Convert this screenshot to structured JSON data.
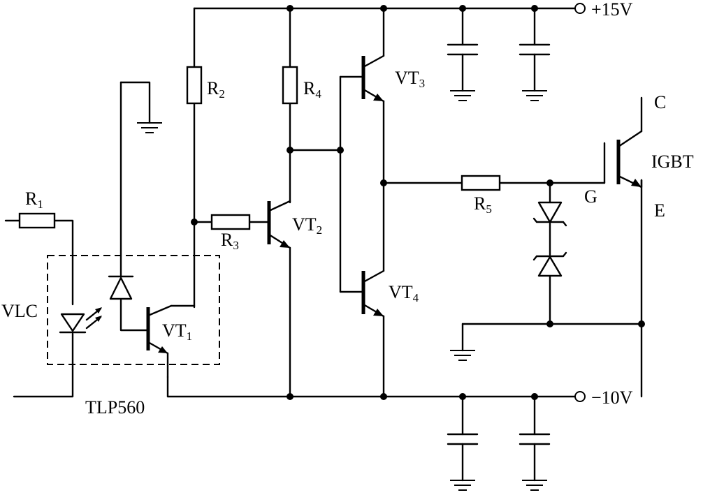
{
  "labels": {
    "r1": {
      "base": "R",
      "sub": "1"
    },
    "r2": {
      "base": "R",
      "sub": "2"
    },
    "r3": {
      "base": "R",
      "sub": "3"
    },
    "r4": {
      "base": "R",
      "sub": "4"
    },
    "r5": {
      "base": "R",
      "sub": "5"
    },
    "vt1": {
      "base": "VT",
      "sub": "1"
    },
    "vt2": {
      "base": "VT",
      "sub": "2"
    },
    "vt3": {
      "base": "VT",
      "sub": "3"
    },
    "vt4": {
      "base": "VT",
      "sub": "4"
    },
    "vlc": "VLC",
    "tlp": "TLP560",
    "vpos": "+15V",
    "vneg": "−10V",
    "igbt": "IGBT",
    "c": "C",
    "g": "G",
    "e": "E"
  }
}
